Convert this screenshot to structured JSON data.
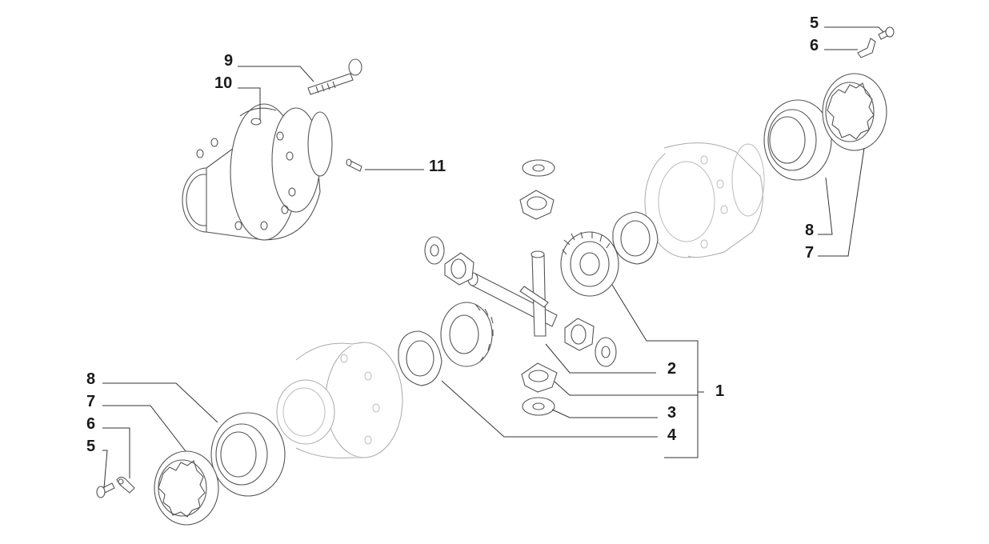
{
  "callouts": [
    {
      "id": "c1",
      "text": "1"
    },
    {
      "id": "c2",
      "text": "2"
    },
    {
      "id": "c3",
      "text": "3"
    },
    {
      "id": "c4",
      "text": "4"
    },
    {
      "id": "c5a",
      "text": "5"
    },
    {
      "id": "c6a",
      "text": "6"
    },
    {
      "id": "c7a",
      "text": "7"
    },
    {
      "id": "c8a",
      "text": "8"
    },
    {
      "id": "c9",
      "text": "9"
    },
    {
      "id": "c10",
      "text": "10"
    },
    {
      "id": "c11",
      "text": "11"
    },
    {
      "id": "c5b",
      "text": "5"
    },
    {
      "id": "c6b",
      "text": "6"
    },
    {
      "id": "c7b",
      "text": "7"
    },
    {
      "id": "c8b",
      "text": "8"
    }
  ]
}
